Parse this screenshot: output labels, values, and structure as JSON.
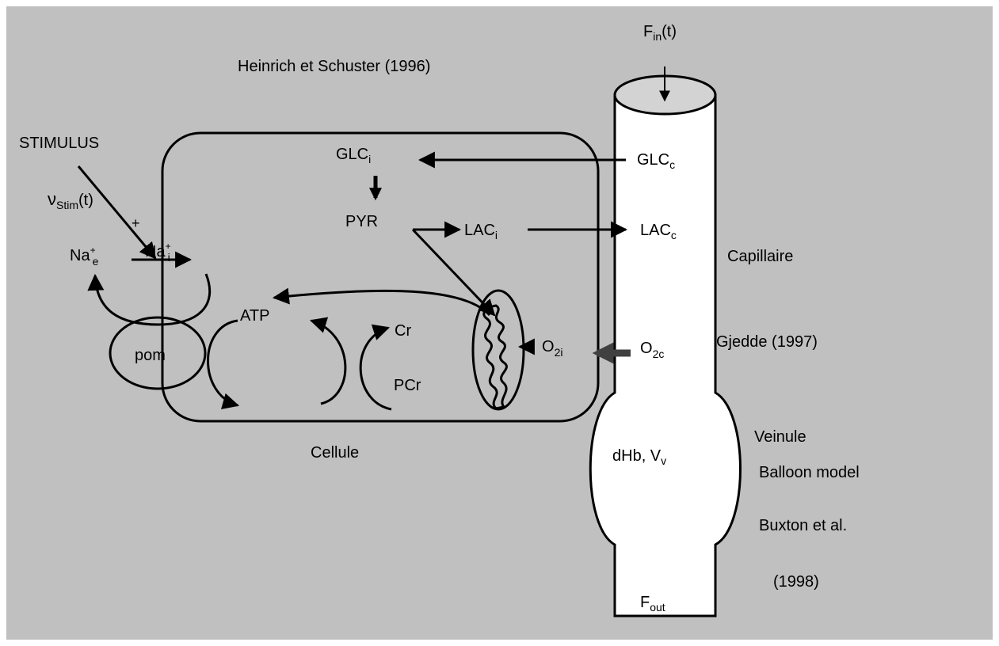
{
  "colors": {
    "background": "#c0c0c0",
    "capillary_fill": "#ffffff",
    "capillary_top": "#d3d3d3",
    "stroke": "#000000",
    "o2_arrow": "#404040"
  },
  "labels": {
    "fin_base": "F",
    "fin_sub": "in",
    "fin_suffix": "(t)",
    "ref_heinrich": "Heinrich et Schuster (1996)",
    "stimulus": "STIMULUS",
    "vstim_base": "ν",
    "vstim_sub": "Stim",
    "vstim_suffix": "(t)",
    "plus": "+",
    "na_e_base": "Na",
    "na_e_sup": "+",
    "na_e_sub": "e",
    "na_i_base": "Na",
    "na_i_sup": "+",
    "na_i_sub": "i",
    "pom": "pom",
    "atp": "ATP",
    "cr": "Cr",
    "pcr": "PCr",
    "glci_base": "GLC",
    "glci_sub": "i",
    "pyr": "PYR",
    "laci_base": "LAC",
    "laci_sub": "i",
    "o2i_base": "O",
    "o2i_sub": "2i",
    "glcc_base": "GLC",
    "glcc_sub": "c",
    "lacc_base": "LAC",
    "lacc_sub": "c",
    "o2c_base": "O",
    "o2c_sub": "2c",
    "capillaire": "Capillaire",
    "gjedde": "Gjedde  (1997)",
    "cellule": "Cellule",
    "dhb_base": "dHb, V",
    "dhb_sub": "v",
    "veinule": "Veinule",
    "balloon": "Balloon model",
    "buxton": "Buxton et al.",
    "buxton_year": "(1998)",
    "fout_base": "F",
    "fout_sub": "out"
  }
}
